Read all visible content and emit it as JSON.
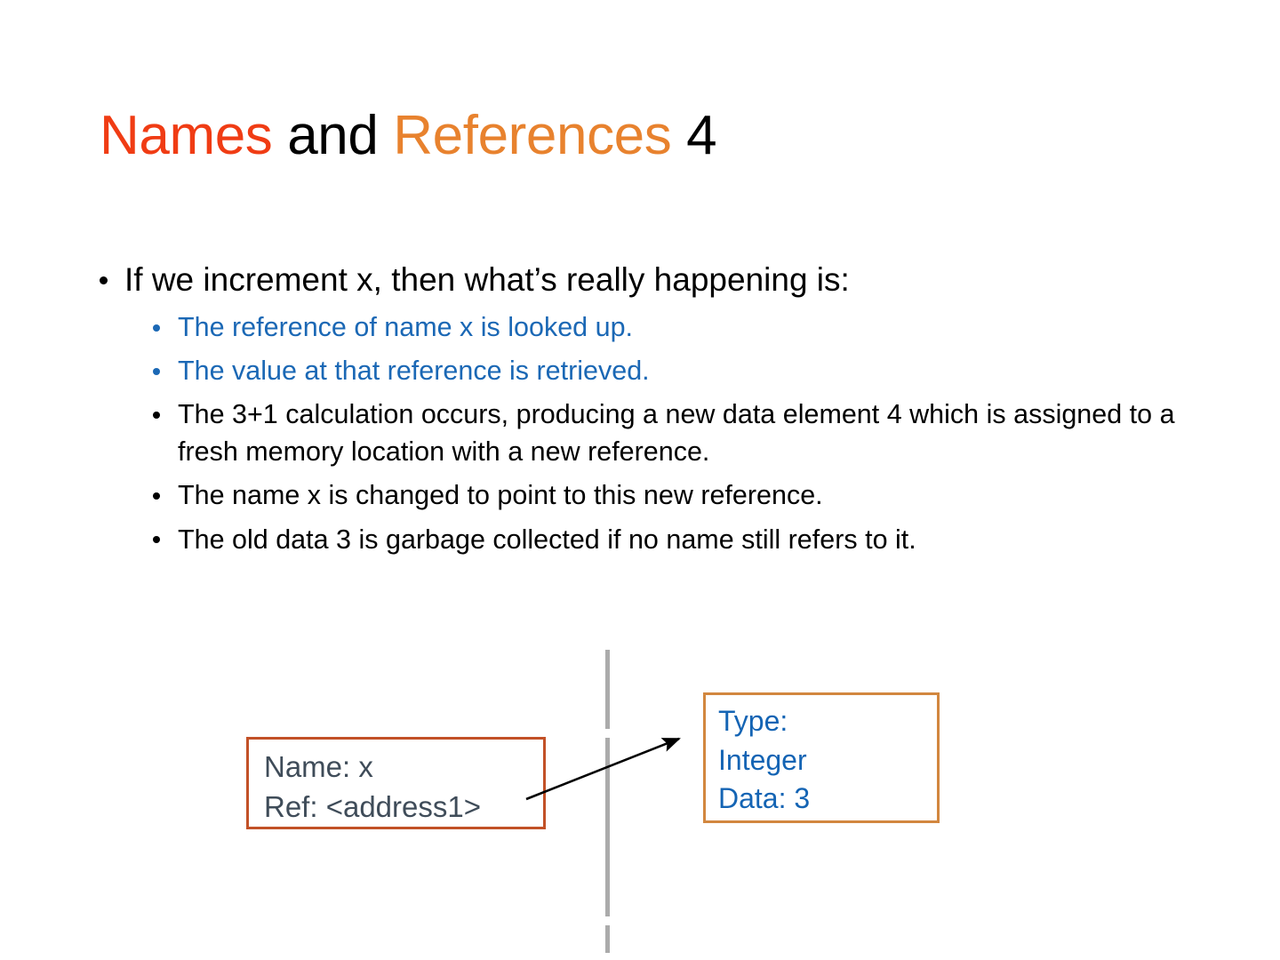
{
  "slide": {
    "background_color": "#ffffff",
    "title": {
      "parts": [
        {
          "text": "Names",
          "color": "#F03C14"
        },
        {
          "text": " and ",
          "color": "#000000"
        },
        {
          "text": "References",
          "color": "#E8822E"
        },
        {
          "text": " 4",
          "color": "#000000"
        }
      ],
      "plain": "Names and References 4"
    },
    "body": {
      "level1": "If we increment x, then what’s really happening is:",
      "level2": [
        {
          "text": "The reference of name x is looked up.",
          "color": "#1B68B5"
        },
        {
          "text": "The value at that reference is retrieved.",
          "color": "#1B68B5"
        },
        {
          "text": "The 3+1 calculation occurs, producing a new data element 4 which is assigned to a fresh memory location with a new reference.",
          "color": "#000000"
        },
        {
          "text": "The name x is changed to point to this new reference.",
          "color": "#000000"
        },
        {
          "text": "The old data 3 is garbage collected if no name still refers to it.",
          "color": "#000000"
        }
      ]
    },
    "diagram": {
      "name_box": {
        "border_color": "#C25127",
        "text_color": "#3F4C59",
        "lines": [
          "Name: x",
          "Ref: <address1>"
        ]
      },
      "value_box": {
        "border_color": "#D2873F",
        "text_color": "#1464B4",
        "lines": [
          "Type:",
          "Integer",
          "Data: 3"
        ]
      },
      "divider": {
        "color": "#ababab"
      },
      "arrow": {
        "color": "#000000",
        "label": "reference-arrow"
      }
    }
  }
}
